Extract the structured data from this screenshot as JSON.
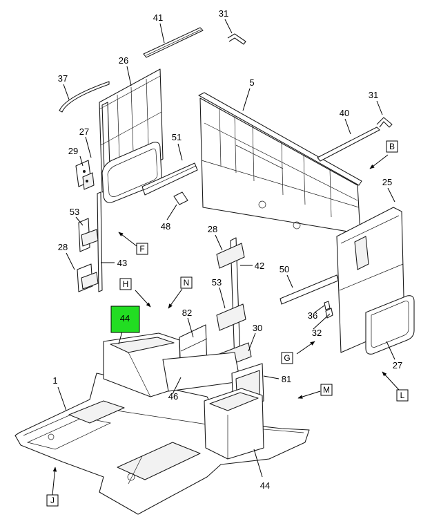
{
  "diagram": {
    "highlight_color": "#22dd22",
    "highlight_label": "44",
    "part_numbers": [
      "41",
      "31",
      "26",
      "37",
      "5",
      "31",
      "40",
      "27",
      "29",
      "51",
      "25",
      "48",
      "53",
      "28",
      "42",
      "28",
      "43",
      "50",
      "53",
      "36",
      "82",
      "44",
      "30",
      "32",
      "81",
      "46",
      "1",
      "44",
      "27"
    ],
    "view_labels": [
      "B",
      "F",
      "H",
      "N",
      "G",
      "M",
      "L",
      "J"
    ]
  }
}
